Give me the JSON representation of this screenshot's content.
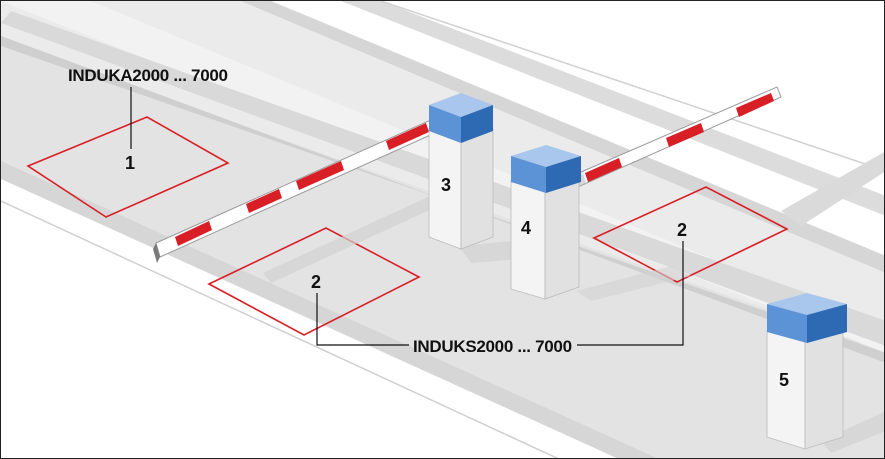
{
  "labels": {
    "sensor_type_a": "INDUKA2000 ... 7000",
    "sensor_type_s": "INDUKS2000 ... 7000"
  },
  "markers": {
    "loop_1": "1",
    "loop_2_left": "2",
    "loop_2_right": "2",
    "barrier_3": "3",
    "barrier_4": "4",
    "terminal_5": "5"
  },
  "colors": {
    "road": "#e6e6e6",
    "road_edge": "#c4c4c4",
    "loop_outline": "#d91f26",
    "arm_stripe": "#d91f26",
    "housing_cap": "#3f7fc6",
    "housing_cap_light": "#8fb6e6",
    "post_body": "#fafafa"
  }
}
